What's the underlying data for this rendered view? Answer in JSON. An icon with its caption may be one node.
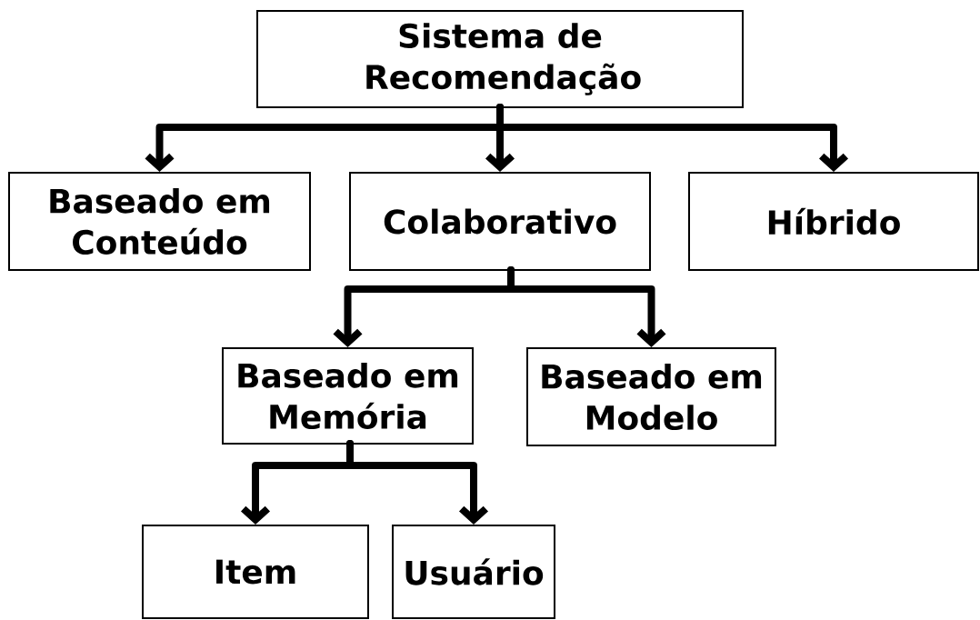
{
  "diagram": {
    "nodes": [
      {
        "text": [
          "Sistema de Recomendação"
        ]
      },
      {
        "text": [
          "Baseado em Conteúdo"
        ]
      },
      {
        "text": [
          "Colaborativo"
        ]
      },
      {
        "text": [
          "Híbrido"
        ]
      },
      {
        "text": [
          "Baseado em Memória"
        ]
      },
      {
        "text": [
          "Baseado em Modelo"
        ]
      },
      {
        "text": [
          "Item"
        ]
      },
      {
        "text": [
          "Usuário"
        ]
      }
    ],
    "edges": [
      {
        "from": 0,
        "to": 1,
        "arrow": "to"
      },
      {
        "from": 0,
        "to": 2,
        "arrow": "to"
      },
      {
        "from": 0,
        "to": 3,
        "arrow": "to"
      },
      {
        "from": 2,
        "to": 4,
        "arrow": "to"
      },
      {
        "from": 2,
        "to": 5,
        "arrow": "to"
      },
      {
        "from": 4,
        "to": 6,
        "arrow": "to"
      },
      {
        "from": 4,
        "to": 7,
        "arrow": "to"
      }
    ]
  }
}
